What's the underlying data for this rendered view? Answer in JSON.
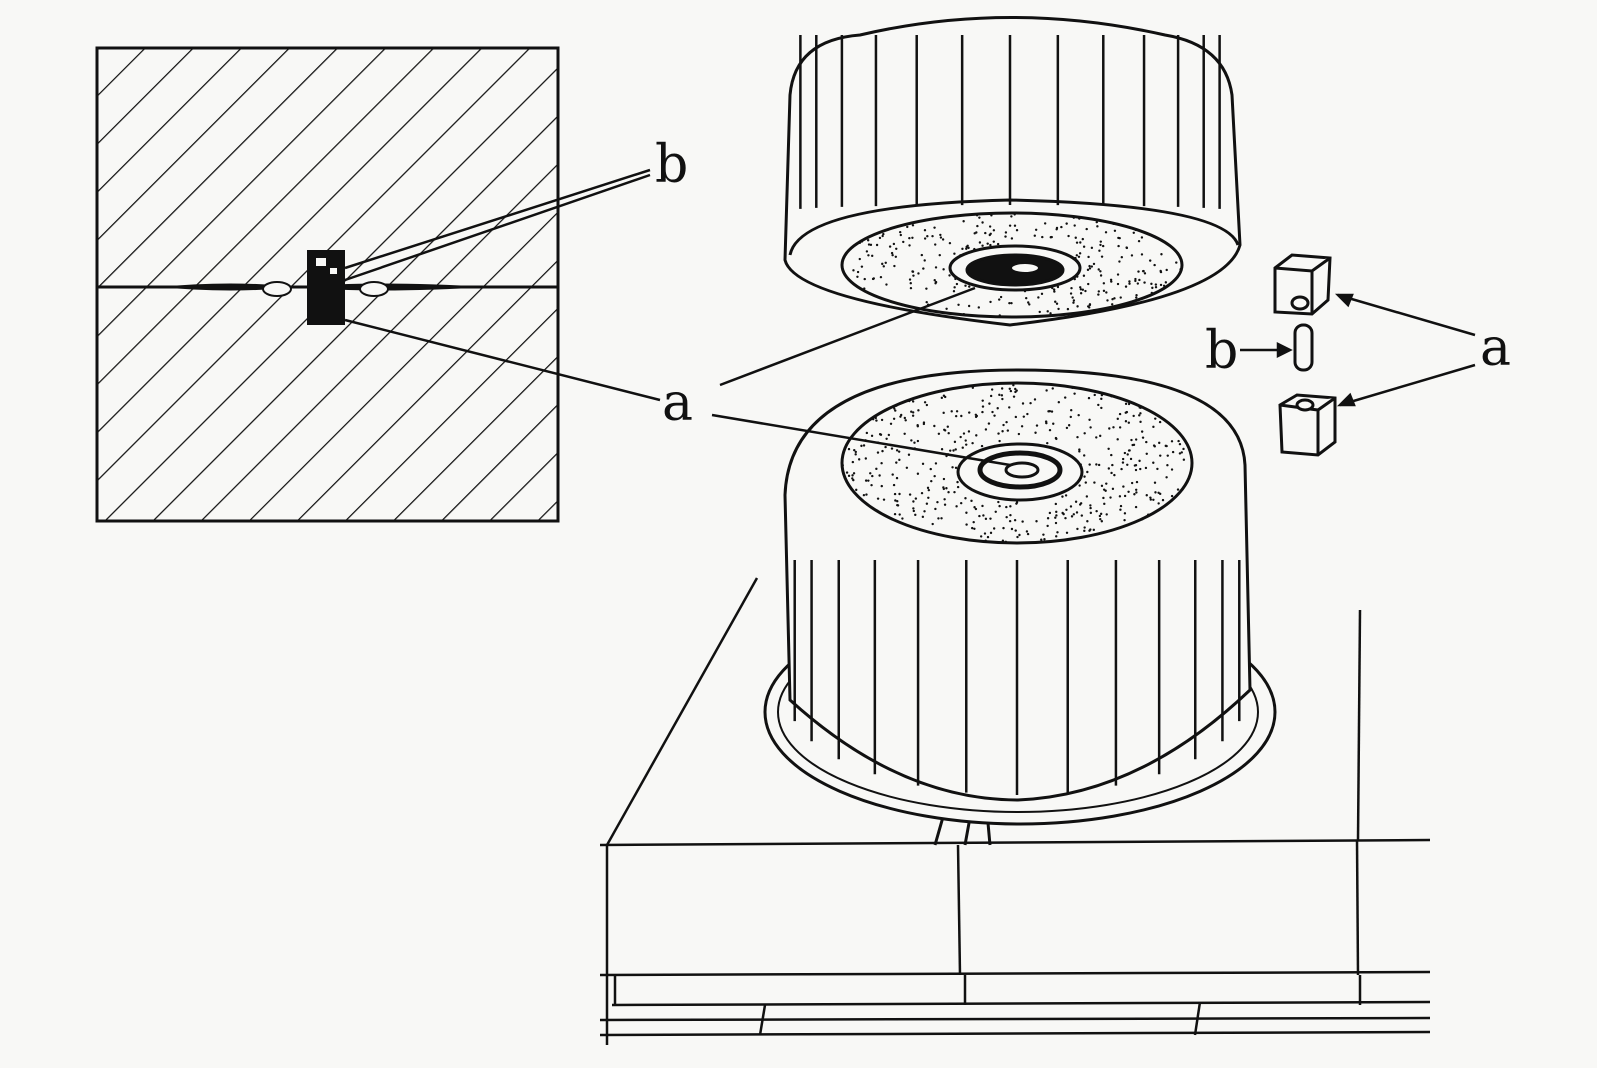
{
  "labels": {
    "b_left": "b",
    "a_center": "a",
    "b_right": "b",
    "a_right": "a"
  },
  "colors": {
    "ink": "#111111",
    "paper": "#f8f8f6"
  }
}
